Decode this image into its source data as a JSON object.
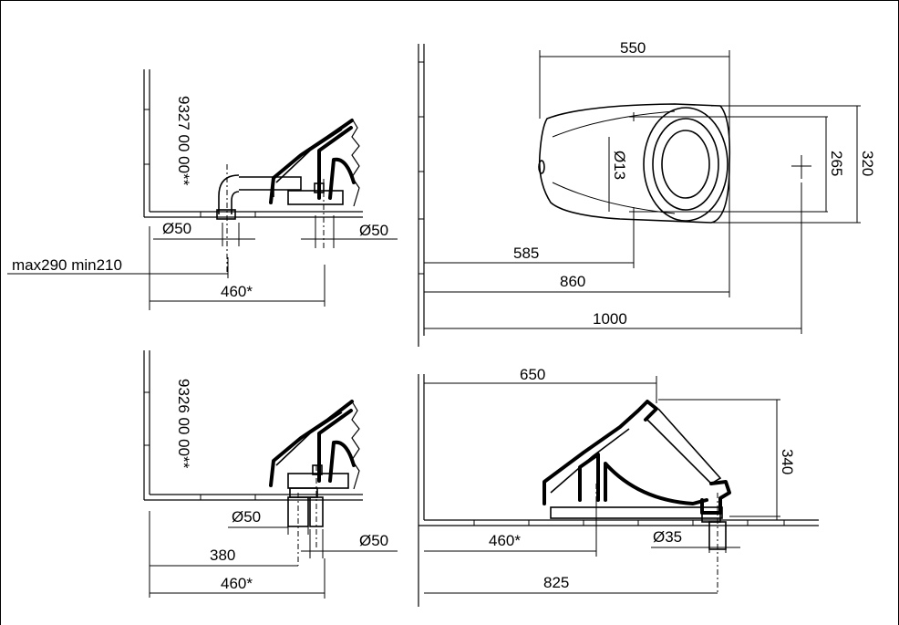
{
  "top_left_view": {
    "code": "9327 00 00**",
    "dim_pipe_left": "Ø50",
    "dim_pipe_right": "Ø50",
    "dim_range": "max290 min210",
    "dim_depth": "460*"
  },
  "top_right_view": {
    "dim_width": "550",
    "dim_fixing_dia": "Ø13",
    "dim_fixing_spacing": "265",
    "dim_height": "320",
    "dim_585": "585",
    "dim_860": "860",
    "dim_1000": "1000"
  },
  "bottom_left_view": {
    "code": "9326 00 00**",
    "dim_pipe_left": "Ø50",
    "dim_pipe_right": "Ø50",
    "dim_380": "380",
    "dim_depth": "460*"
  },
  "bottom_right_view": {
    "dim_650": "650",
    "dim_340": "340",
    "dim_460": "460*",
    "dim_outlet": "Ø35",
    "dim_825": "825"
  }
}
